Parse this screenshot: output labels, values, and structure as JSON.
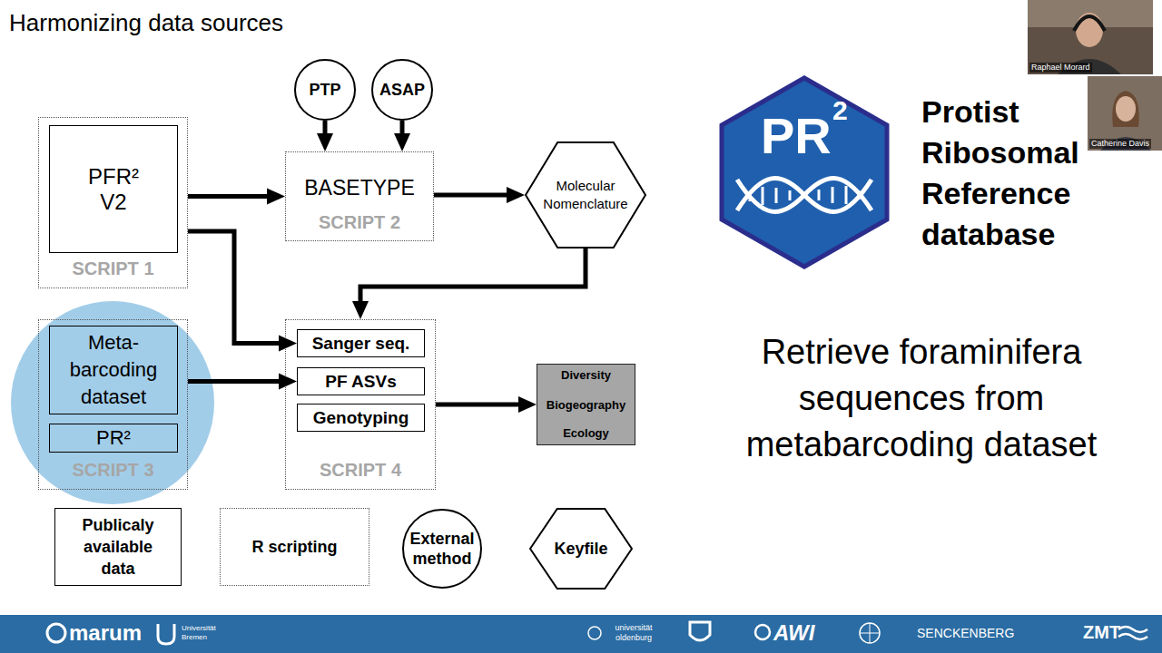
{
  "diagram": {
    "title": "Harmonizing data sources",
    "nodes": [
      {
        "text": [
          "PTP"
        ]
      },
      {
        "text": [
          "ASAP"
        ]
      },
      {
        "text": [
          "SCRIPT 1"
        ]
      },
      {
        "text": [
          "PFR² V2"
        ],
        "in": 2
      },
      {
        "text": [
          "BASETYPE",
          "SCRIPT 2"
        ]
      },
      {
        "text": [
          "Molecular Nomenclature"
        ]
      },
      {
        "text": [
          "SCRIPT 3"
        ]
      },
      {
        "text": [
          "Meta- barcoding dataset"
        ],
        "in": 6
      },
      {
        "text": [
          "PR²"
        ],
        "in": 6
      },
      {
        "text": [
          "SCRIPT 4"
        ]
      },
      {
        "text": [
          "Sanger seq."
        ],
        "in": 9
      },
      {
        "text": [
          "PF ASVs"
        ],
        "in": 9
      },
      {
        "text": [
          "Genotyping"
        ],
        "in": 9
      },
      {
        "text": [
          "Diversity",
          "Biogeography",
          "Ecology"
        ]
      }
    ],
    "edges": [
      {
        "from": 0,
        "to": 4,
        "arrow": "to"
      },
      {
        "from": 1,
        "to": 4,
        "arrow": "to"
      },
      {
        "from": 2,
        "to": 4,
        "arrow": "to"
      },
      {
        "from": 2,
        "to": 10,
        "arrow": "to"
      },
      {
        "from": 4,
        "to": 5,
        "arrow": "to"
      },
      {
        "from": 5,
        "to": 9,
        "arrow": "to"
      },
      {
        "from": 6,
        "to": 11,
        "arrow": "to"
      },
      {
        "from": 9,
        "to": 13,
        "arrow": "to"
      }
    ],
    "labels": [
      "PR",
      "2",
      "Protist Ribosomal Reference database",
      "Retrieve foraminifera sequences from metabarcoding dataset",
      "Raphael Morard",
      "Catherine Davis",
      "marum",
      "Universität Bremen",
      "universität oldenburg",
      "AWI",
      "SENCKENBERG",
      "ZMT"
    ],
    "legend": [
      {
        "text": "Publicaly available data"
      },
      {
        "text": "R scripting"
      },
      {
        "text": "External method"
      },
      {
        "text": "Keyfile"
      }
    ]
  }
}
